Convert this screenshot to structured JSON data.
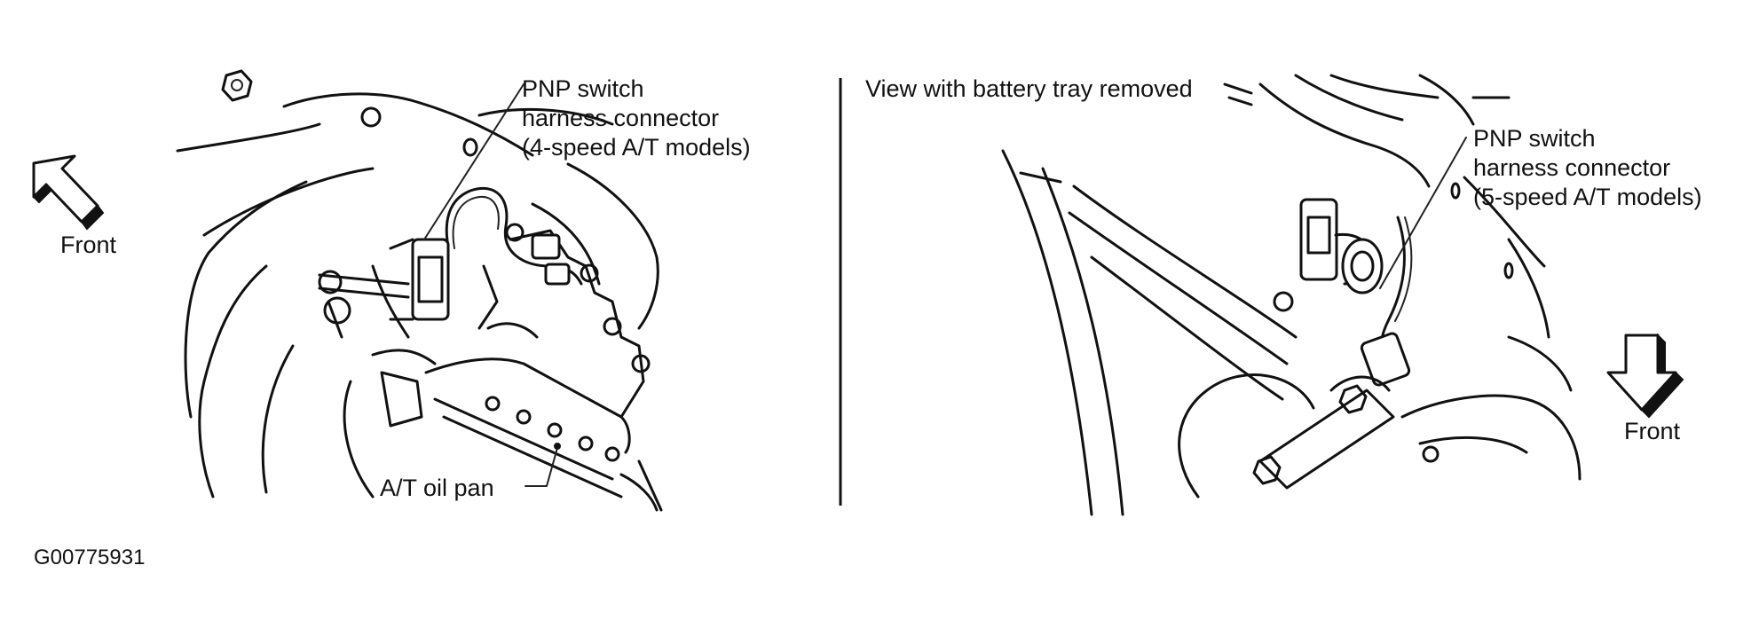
{
  "left_panel": {
    "callout_lines": [
      "PNP switch",
      "harness connector",
      "(4-speed A/T models)"
    ],
    "oil_pan_label": "A/T oil pan",
    "front_label": "Front"
  },
  "right_panel": {
    "view_caption": "View with battery tray removed",
    "callout_lines": [
      "PNP switch",
      "harness connector",
      "(5-speed A/T models)"
    ],
    "front_label": "Front"
  },
  "figure_id": "G00775931"
}
